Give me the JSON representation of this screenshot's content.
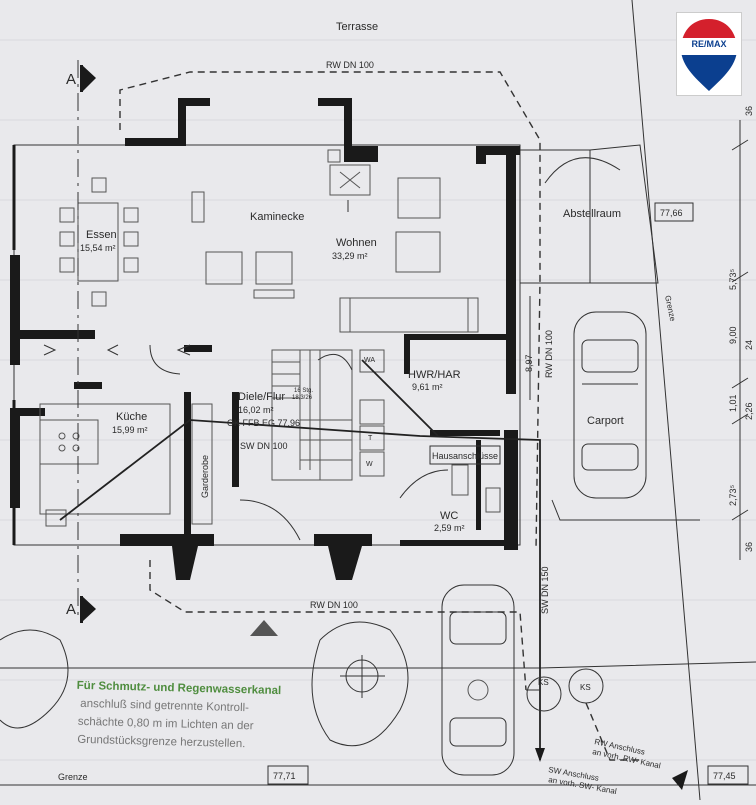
{
  "logo": {
    "brand": "RE/MAX",
    "colors": {
      "red": "#d4202c",
      "blue": "#0b3f8f"
    }
  },
  "rooms": {
    "terrasse": "Terrasse",
    "essen": "Essen",
    "essen_area": "15,54 m²",
    "kaminecke": "Kaminecke",
    "wohnen": "Wohnen",
    "wohnen_area": "33,29 m²",
    "abstellraum": "Abstellraum",
    "kueche": "Küche",
    "kueche_area": "15,99 m²",
    "diele": "Diele/Flur",
    "diele_area": "16,02 m²",
    "okffb": "OK FFB EG 77,96",
    "hwr": "HWR/HAR",
    "hwr_area": "9,61 m²",
    "wc": "WC",
    "wc_area": "2,59 m²",
    "hausanschluesse": "Hausanschlüsse",
    "garderobe": "Garderobe",
    "carport": "Carport",
    "stairs": "16 Stg.",
    "stairs_dim": "18,3/26",
    "wa": "WA",
    "t": "T",
    "w": "W",
    "ks1": "KS",
    "ks2": "KS"
  },
  "pipes": {
    "rw_top": "RW DN 100",
    "rw_bottom": "RW DN 100",
    "rw_vertical": "RW DN 100",
    "sw_main": "SW DN 100",
    "sw_vertical": "SW DN 150",
    "rw_anschluss": "RW Anschluss",
    "rw_anschluss2": "an vorh. RW- Kanal",
    "sw_anschluss": "SW Anschluss",
    "sw_anschluss2": "an vorh. SW- Kanal"
  },
  "dimensions": {
    "d_897": "8,97",
    "elev_7766": "77,66",
    "elev_7771": "77,71",
    "elev_7745": "77,45",
    "grenze_right": "Grenze",
    "grenze_bottom": "Grenze",
    "r_573": "5,73⁵",
    "r_900": "9,00",
    "r_101": "1,01",
    "r_226": "2,26",
    "r_2735": "2,73⁵",
    "r_36a": "36",
    "r_36b": "36",
    "r_24": "24"
  },
  "section": {
    "a_top": "A",
    "a_bottom": "A"
  },
  "note": {
    "line1": "Für Schmutz- und Regenwasserkanal",
    "line2": "anschluß sind getrennte Kontroll-",
    "line3": "schächte 0,80 m im Lichten an der",
    "line4": "Grundstücksgrenze herzustellen."
  }
}
